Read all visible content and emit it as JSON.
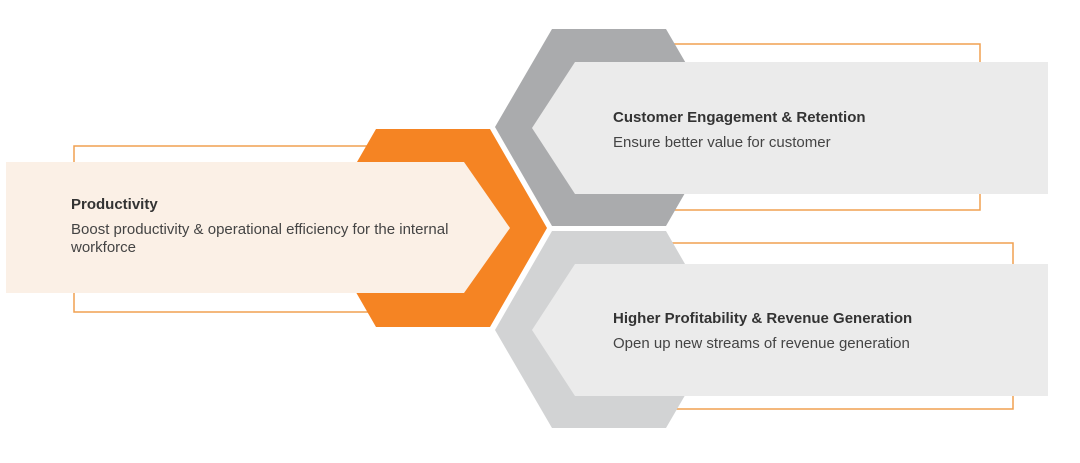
{
  "colors": {
    "accent_orange": "#F58423",
    "outline_orange": "#F0A050",
    "hex_grey_dark": "#AAABAD",
    "hex_grey_light": "#D2D3D4",
    "card_peach": "#FBF0E6",
    "card_grey": "#EBEBEB",
    "text": "#333333"
  },
  "cards": [
    {
      "id": "productivity",
      "title": "Productivity",
      "description": "Boost productivity & operational efficiency for the internal workforce",
      "hex_color": "accent_orange",
      "card_color": "card_peach"
    },
    {
      "id": "customer",
      "title": "Customer Engagement & Retention",
      "description": "Ensure better value for customer",
      "hex_color": "hex_grey_dark",
      "card_color": "card_grey"
    },
    {
      "id": "profit",
      "title": "Higher Profitability & Revenue Generation",
      "description": "Open up new streams of revenue generation",
      "hex_color": "hex_grey_light",
      "card_color": "card_grey"
    }
  ]
}
